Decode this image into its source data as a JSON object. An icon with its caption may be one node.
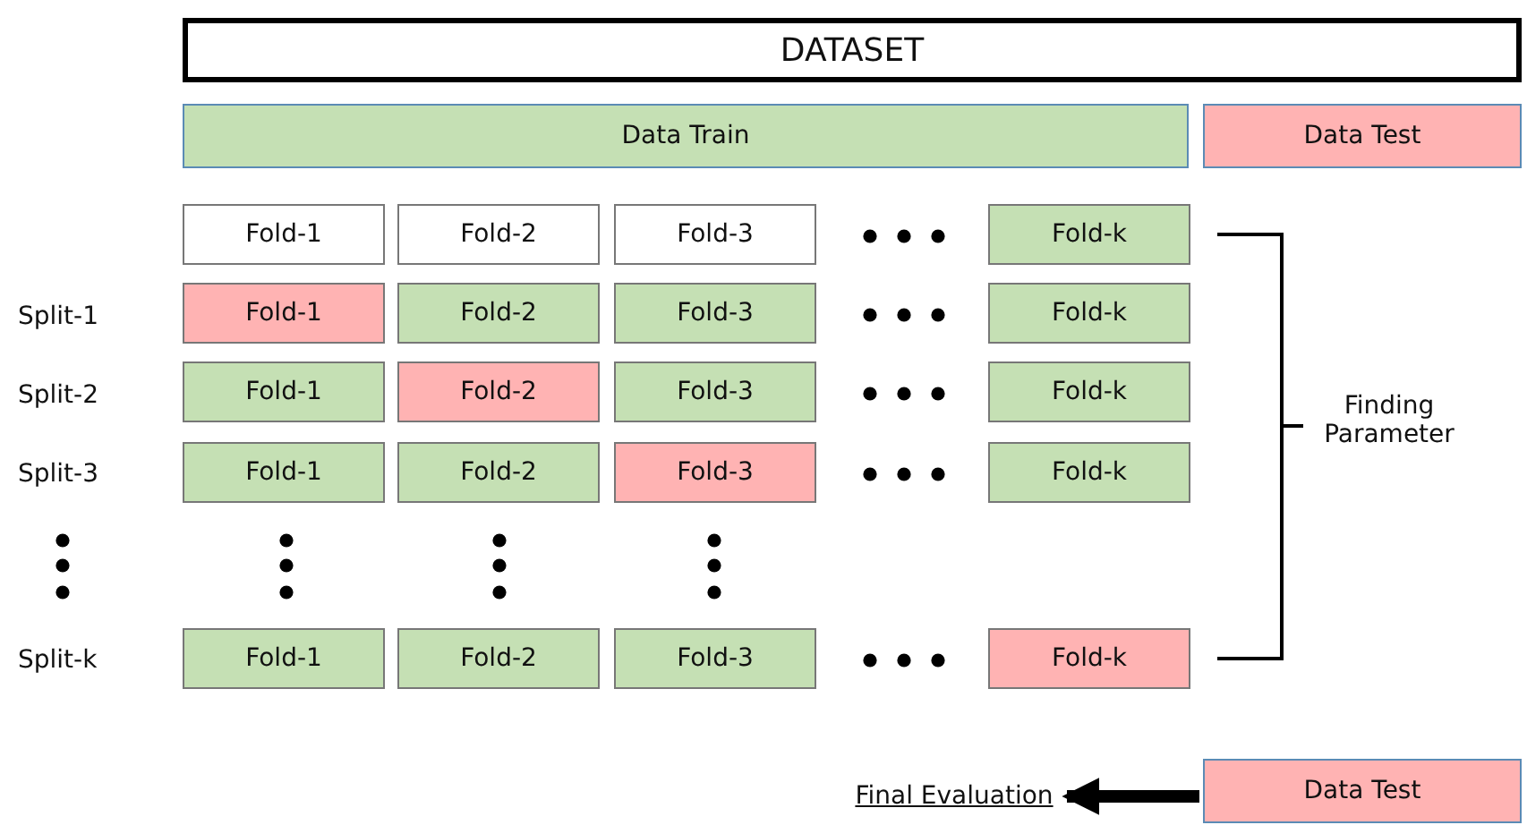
{
  "diagram": {
    "nodes": [
      {
        "text": [
          "DATASET"
        ]
      },
      {
        "text": [
          "Data Train"
        ]
      },
      {
        "text": [
          "Data Test"
        ]
      },
      {
        "text": [
          "Fold-1"
        ]
      },
      {
        "text": [
          "Fold-2"
        ]
      },
      {
        "text": [
          "Fold-3"
        ]
      },
      {
        "text": [
          "Fold-k"
        ]
      },
      {
        "text": [
          "Fold-1"
        ]
      },
      {
        "text": [
          "Fold-2"
        ]
      },
      {
        "text": [
          "Fold-3"
        ]
      },
      {
        "text": [
          "Fold-k"
        ]
      },
      {
        "text": [
          "Fold-1"
        ]
      },
      {
        "text": [
          "Fold-2"
        ]
      },
      {
        "text": [
          "Fold-3"
        ]
      },
      {
        "text": [
          "Fold-k"
        ]
      },
      {
        "text": [
          "Fold-1"
        ]
      },
      {
        "text": [
          "Fold-2"
        ]
      },
      {
        "text": [
          "Fold-3"
        ]
      },
      {
        "text": [
          "Fold-k"
        ]
      },
      {
        "text": [
          "Fold-1"
        ]
      },
      {
        "text": [
          "Fold-2"
        ]
      },
      {
        "text": [
          "Fold-3"
        ]
      },
      {
        "text": [
          "Fold-k"
        ]
      },
      {
        "text": [
          "Final Evaluation"
        ]
      },
      {
        "text": [
          "Data Test"
        ]
      }
    ],
    "edges": [
      {
        "from": 24,
        "to": 23,
        "arrow": "to"
      }
    ],
    "labels": [
      "Split-1",
      "Split-2",
      "Finding Parameter",
      "Split-3",
      "Split-k"
    ]
  }
}
